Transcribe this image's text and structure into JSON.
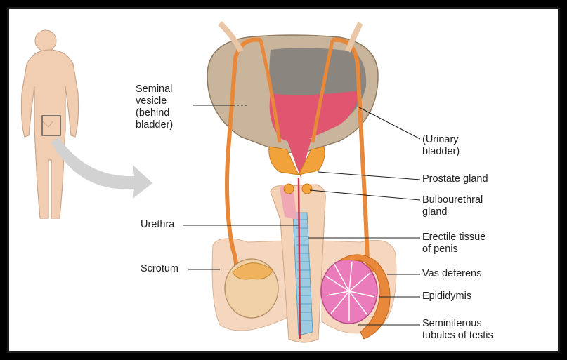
{
  "diagram": {
    "labels": {
      "seminal_vesicle": "Seminal\nvesicle\n(behind\n bladder)",
      "urethra": "Urethra",
      "scrotum": "Scrotum",
      "urinary_bladder": "(Urinary\nbladder)",
      "prostate_gland": "Prostate gland",
      "bulbourethral_gland": "Bulbourethral\ngland",
      "erectile_tissue": "Erectile tissue\nof penis",
      "vas_deferens": "Vas deferens",
      "epididymis": "Epididymis",
      "seminiferous_tubules": "Seminiferous\ntubules of testis"
    },
    "colors": {
      "bladder": "#c8b49a",
      "bladder_inner": "#8a8480",
      "urine_pink": "#e0506a",
      "vas_orange": "#e8883a",
      "skin": "#f2cdb0",
      "testis_pink": "#e878b8",
      "erectile_blue": "#9cc8e0",
      "arrow_gray": "#cfcfcf"
    }
  }
}
